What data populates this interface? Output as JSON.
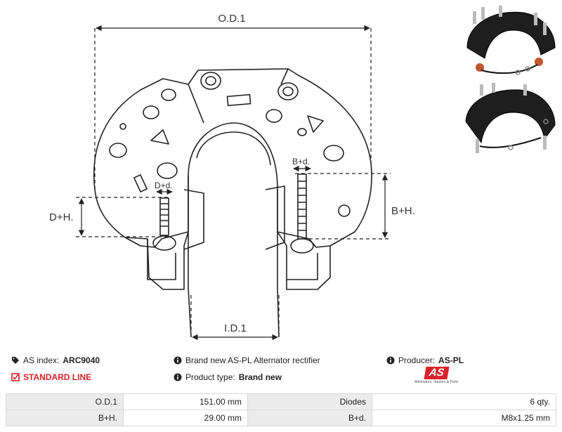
{
  "drawing": {
    "labels": {
      "od": "O.D.1",
      "id": "I.D.1",
      "dh": "D+H.",
      "bh": "B+H.",
      "dd": "D+d.",
      "bd": "B+d."
    }
  },
  "info": {
    "as_index_label": "AS index:",
    "as_index_value": "ARC9040",
    "line_label": "STANDARD LINE",
    "description": "Brand new AS-PL Alternator rectifier",
    "product_type_label": "Product type:",
    "product_type_value": "Brand new",
    "producer_label": "Producer:",
    "producer_value": "AS-PL",
    "logo_text": "AS",
    "logo_tagline": "Alternators, Starters & Parts"
  },
  "specs": [
    {
      "k1": "O.D.1",
      "v1": "151.00 mm",
      "k2": "Diodes",
      "v2": "6 qty."
    },
    {
      "k1": "B+H.",
      "v1": "29.00 mm",
      "k2": "B+d.",
      "v2": "M8x1.25 mm"
    }
  ],
  "colors": {
    "accent": "#d8232a",
    "line": "#222222",
    "table_header": "#ececec"
  },
  "icons": [
    "tag-icon",
    "info-icon",
    "checkbox-icon"
  ]
}
